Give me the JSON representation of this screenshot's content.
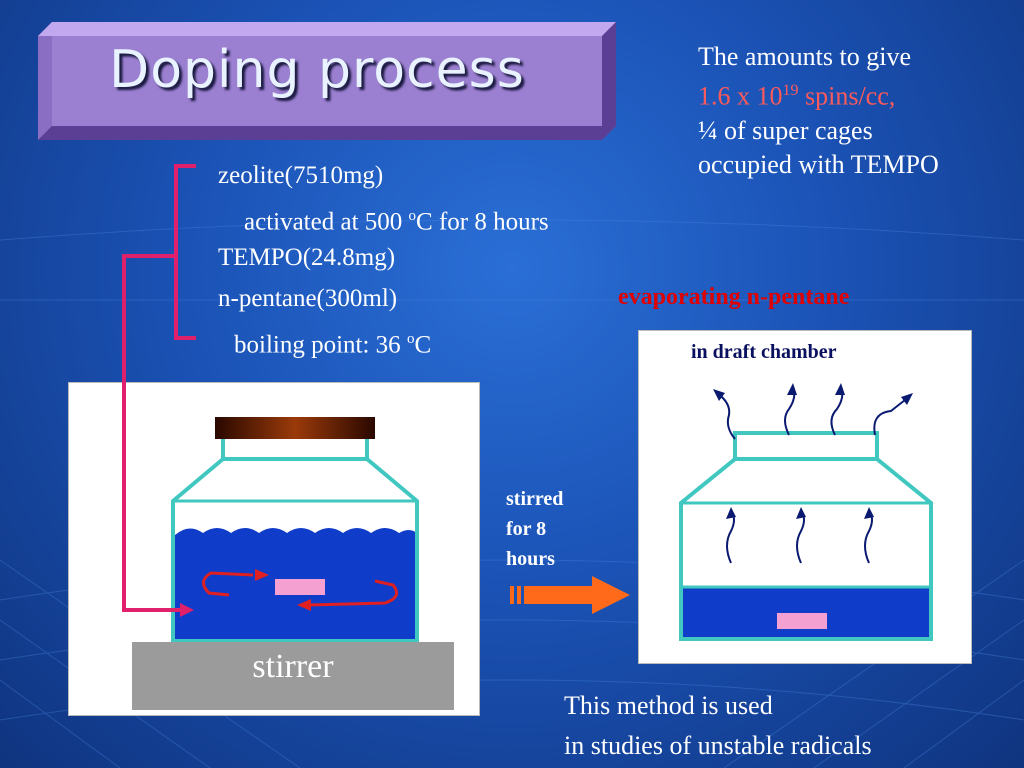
{
  "title": "Doping process",
  "info": {
    "line1": "The amounts to give",
    "line2_base": "1.6 x 10",
    "line2_exp": "19",
    "line2_rest": " spins/cc,",
    "line3": "¼  of  super cages",
    "line4": "occupied with TEMPO"
  },
  "ingredients": {
    "zeolite": "zeolite(7510mg)",
    "activated": "activated at 500 ",
    "activated_deg": "o",
    "activated_rest": "C for 8 hours",
    "tempo": "TEMPO(24.8mg)",
    "pentane": "n-pentane(300ml)",
    "boiling": "boiling point: 36 ",
    "boiling_deg": "o",
    "boiling_rest": "C"
  },
  "evaporating_label": "evaporating n-pentane",
  "draft_label": "in draft chamber",
  "stirred_label": [
    "stirred",
    "for 8",
    "hours"
  ],
  "stirrer_label": "stirrer",
  "note": {
    "line1": "This method is  used",
    "line2": "in studies of unstable radicals"
  },
  "colors": {
    "background": "#1b52b5",
    "title_box": "#9b7fd0",
    "liquid": "#0f3cc8",
    "jar_outline": "#40c8c0",
    "magenta_line": "#e0206a",
    "red_arrow": "#e02020",
    "orange_arrow": "#ff6a1a",
    "pink_sample": "#f4a0d0"
  }
}
